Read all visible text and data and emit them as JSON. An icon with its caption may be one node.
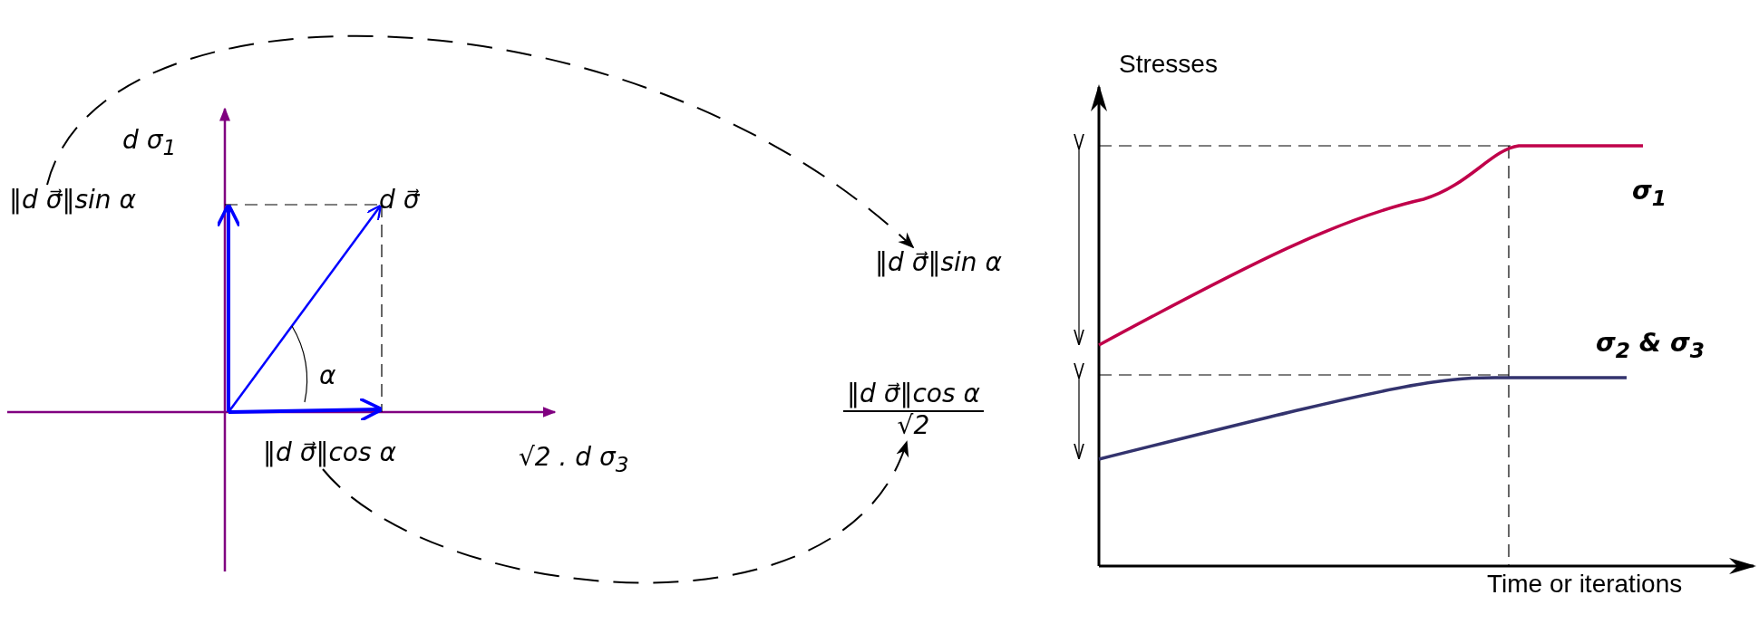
{
  "diagram": {
    "nodes": [
      {
        "text": [
          "‖d σ⃗‖sin α"
        ]
      },
      {
        "text": [
          "‖d σ⃗‖sin α"
        ]
      },
      {
        "text": [
          "‖d σ⃗‖cos α"
        ]
      },
      {
        "text": [
          "‖d σ⃗‖cos α",
          "√2"
        ]
      }
    ],
    "edges": [
      {
        "from": 0,
        "to": 1,
        "arrow": "to",
        "style": "dashed"
      },
      {
        "from": 2,
        "to": 3,
        "arrow": "to",
        "style": "dashed"
      }
    ],
    "labels": [
      "d σ$_{1}$",
      "d σ⃗",
      "α",
      "√2 . d σ$_{3}$",
      "Stresses",
      "σ$_{1}$",
      "σ$_{2}$ & σ$_{3}$",
      "Time or iterations"
    ]
  }
}
